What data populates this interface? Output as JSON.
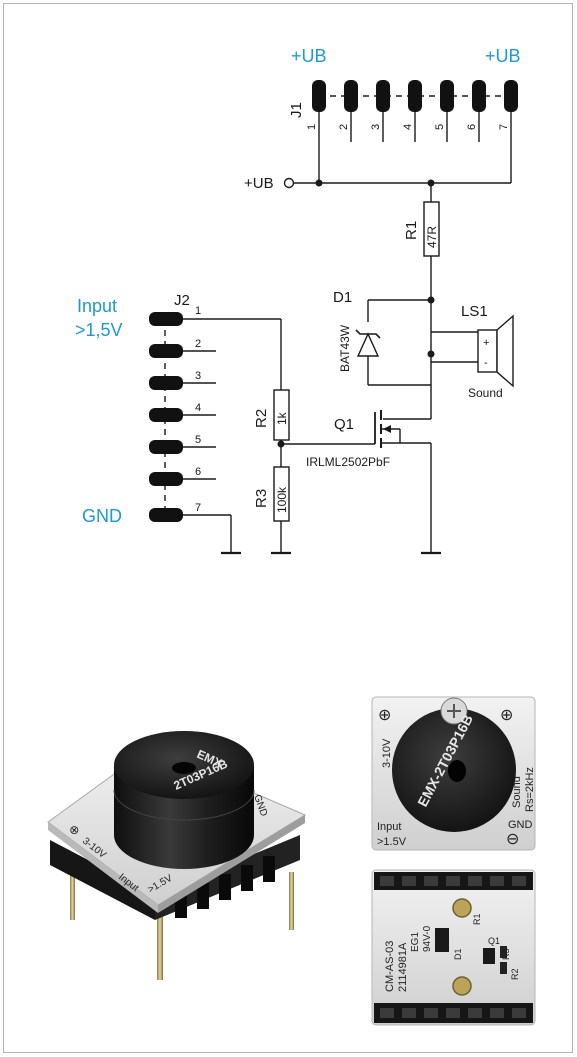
{
  "schematic": {
    "j1": {
      "name": "J1",
      "supply_left": "+UB",
      "supply_right": "+UB",
      "pins": [
        "1",
        "2",
        "3",
        "4",
        "5",
        "6",
        "7"
      ]
    },
    "supply_node": "+UB",
    "r1": {
      "name": "R1",
      "value": "47R"
    },
    "d1": {
      "name": "D1",
      "part": "BAT43W"
    },
    "ls1": {
      "name": "LS1",
      "caption": "Sound",
      "plus": "+",
      "minus": "-"
    },
    "q1": {
      "name": "Q1",
      "part": "IRLML2502PbF"
    },
    "r2": {
      "name": "R2",
      "value": "1k"
    },
    "r3": {
      "name": "R3",
      "value": "100k"
    },
    "j2": {
      "name": "J2",
      "input_label_1": "Input",
      "input_label_2": ">1,5V",
      "gnd_label": "GND",
      "pins": [
        "1",
        "2",
        "3",
        "4",
        "5",
        "6",
        "7"
      ]
    }
  },
  "photos": {
    "buzzer_side": {
      "marking_1": "EMX",
      "marking_2": "2T03P16B",
      "label_input": "Input",
      "label_voltage": "3-10V",
      "label_level": ">1.5V",
      "label_gnd": "GND"
    },
    "top_view": {
      "supply": "3-10V",
      "marking_1": "EMX-2T03P16B",
      "sound": "Sound",
      "rs": "Rs=2kHz",
      "input": "Input",
      "level": ">1.5V",
      "gnd": "GND",
      "plus": "⊕",
      "minus": "⊖"
    },
    "bottom_view": {
      "line1": "CM-AS-03",
      "line2": "2114981A",
      "line3": "EG1",
      "line4": "94V-0",
      "d1": "D1",
      "q1": "Q1",
      "r1": "R1",
      "r2": "R2",
      "r3": "R3"
    }
  },
  "colors": {
    "accent": "#1a9ad6",
    "frame": "#b4b4b4",
    "ink": "#1a1a1a"
  }
}
